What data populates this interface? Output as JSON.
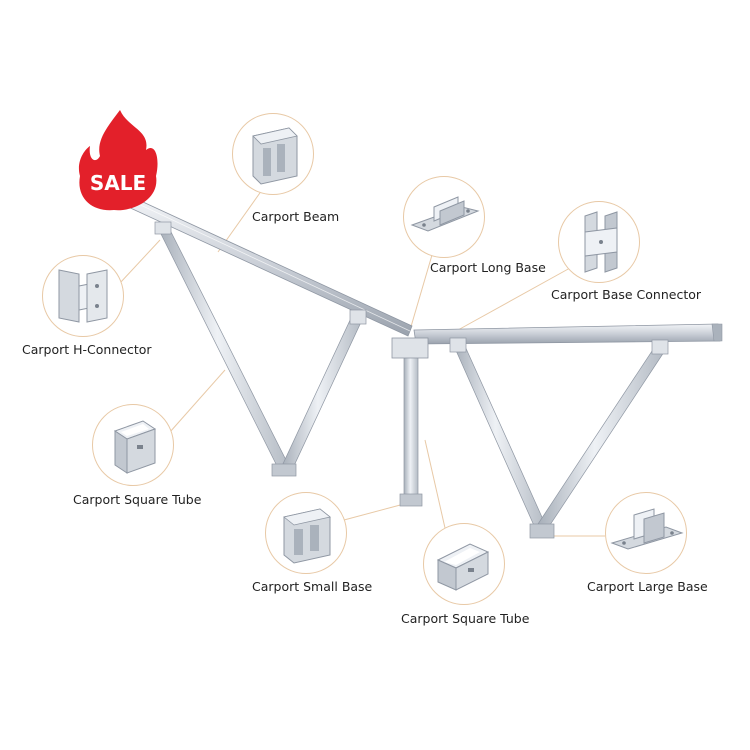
{
  "badge": {
    "text": "SALE",
    "color": "#e3202a"
  },
  "colors": {
    "frame": "#c9ced6",
    "frame_dark": "#8f97a3",
    "frame_light": "#eef1f5",
    "leader": "#e8c9a6"
  },
  "labels": {
    "carport_beam": "Carport Beam",
    "carport_long_base": "Carport Long Base",
    "carport_base_connector": "Carport Base Connector",
    "carport_h_connector": "Carport H-Connector",
    "carport_square_tube_left": "Carport Square Tube",
    "carport_small_base": "Carport Small Base",
    "carport_large_base": "Carport Large Base",
    "carport_square_tube_bottom": "Carport Square Tube"
  }
}
